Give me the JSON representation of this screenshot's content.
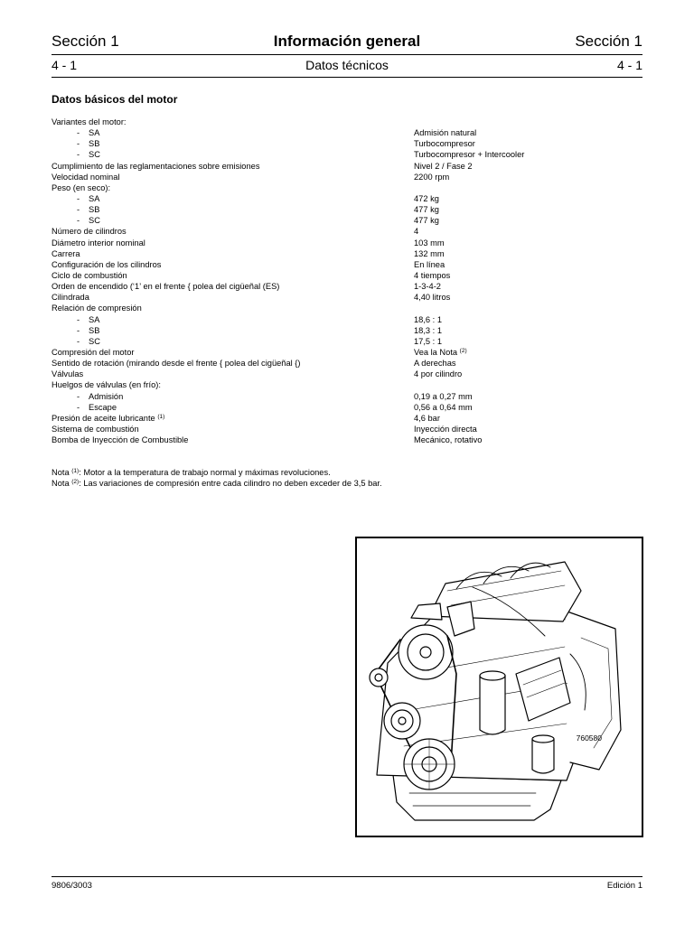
{
  "header": {
    "left": "Sección 1",
    "title": "Información general",
    "right": "Sección 1",
    "sub_left": "4 - 1",
    "subtitle": "Datos técnicos",
    "sub_right": "4 - 1"
  },
  "section_title": "Datos básicos del motor",
  "specs": [
    {
      "label": "Variantes del motor:",
      "value": ""
    },
    {
      "label": "SA",
      "value": "Admisión natural"
    },
    {
      "label": "SB",
      "value": "Turbocompresor"
    },
    {
      "label": "SC",
      "value": "Turbocompresor + Intercooler"
    },
    {
      "label": "Cumplimiento de las reglamentaciones sobre emisiones",
      "value": "Nivel 2 / Fase 2"
    },
    {
      "label": "Velocidad nominal",
      "value": "2200 rpm"
    },
    {
      "label": "Peso (en seco):",
      "value": ""
    },
    {
      "label": "SA",
      "value": "472 kg"
    },
    {
      "label": "SB",
      "value": "477 kg"
    },
    {
      "label": "SC",
      "value": "477 kg"
    },
    {
      "label": "Número de cilindros",
      "value": "4"
    },
    {
      "label": "Diámetro interior nominal",
      "value": "103 mm"
    },
    {
      "label": "Carrera",
      "value": "132 mm"
    },
    {
      "label": "Configuración de los cilindros",
      "value": "En línea"
    },
    {
      "label": "Ciclo de combustión",
      "value": "4 tiempos"
    },
    {
      "label": "Orden de encendido (‘1’ en el frente { polea del cigüeñal (ES)",
      "value": "1-3-4-2"
    },
    {
      "label": "Cilindrada",
      "value": "4,40 litros"
    },
    {
      "label": "Relación de compresión",
      "value": ""
    },
    {
      "label": "SA",
      "value": "18,6 : 1"
    },
    {
      "label": "SB",
      "value": "18,3 : 1"
    },
    {
      "label": "SC",
      "value": "17,5 : 1"
    },
    {
      "label": "Compresión del motor",
      "value": "Vea la Nota",
      "value_sup": "(2)"
    },
    {
      "label": "Sentido de rotación (mirando desde el frente { polea del cigüeñal {)",
      "value": "A derechas"
    },
    {
      "label": "Válvulas",
      "value": "4 por cilindro"
    },
    {
      "label": "Huelgos de válvulas (en frío):",
      "value": ""
    },
    {
      "label": "Admisión",
      "value": "0,19 a 0,27 mm"
    },
    {
      "label": "Escape",
      "value": "0,56 a 0,64 mm"
    },
    {
      "label": "Presión de aceite lubricante",
      "label_sup": "(1)",
      "value": "4,6 bar"
    },
    {
      "label": "Sistema de combustión",
      "value": "Inyección directa"
    },
    {
      "label": "Bomba de Inyección de Combustible",
      "value": "Mecánico, rotativo"
    }
  ],
  "notes": [
    {
      "prefix": "Nota",
      "sup": "(1)",
      "text": ": Motor a la temperatura de trabajo normal y máximas revoluciones."
    },
    {
      "prefix": "Nota",
      "sup": "(2)",
      "text": ": Las variaciones de compresión entre cada cilindro no deben exceder de 3,5 bar."
    }
  ],
  "figure": {
    "ref": "760580"
  },
  "footer": {
    "left": "9806/3003",
    "right": "Edición 1"
  }
}
